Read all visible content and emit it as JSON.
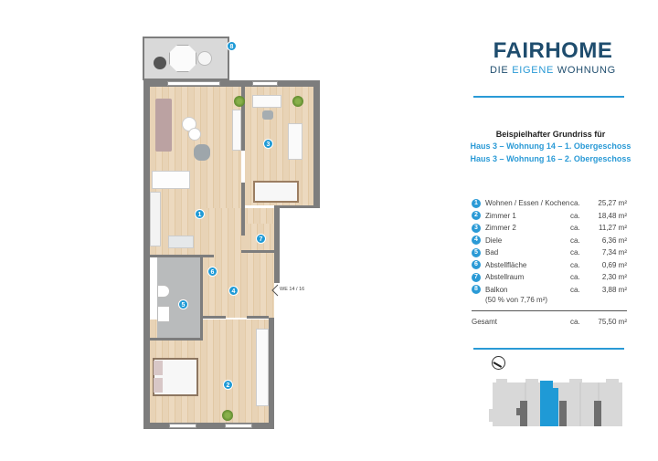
{
  "brand": {
    "name": "FAIRHOME",
    "tagline_part1": "DIE ",
    "tagline_accent": "EIGENE",
    "tagline_part2": " WOHNUNG",
    "colors": {
      "primary": "#1f4d6e",
      "accent": "#2a9ad6"
    }
  },
  "heading": {
    "title": "Beispielhafter Grundriss für",
    "line1": "Haus 3 – Wohnung 14 – 1. Obergeschoss",
    "line2": "Haus 3 – Wohnung 16 – 2. Obergeschoss"
  },
  "rooms": [
    {
      "num": "1",
      "name": "Wohnen / Essen / Kochen",
      "ca": "ca.",
      "area": "25,27 m²"
    },
    {
      "num": "2",
      "name": "Zimmer 1",
      "ca": "ca.",
      "area": "18,48 m²"
    },
    {
      "num": "3",
      "name": "Zimmer 2",
      "ca": "ca.",
      "area": "11,27 m²"
    },
    {
      "num": "4",
      "name": "Diele",
      "ca": "ca.",
      "area": "6,36 m²"
    },
    {
      "num": "5",
      "name": "Bad",
      "ca": "ca.",
      "area": "7,34 m²"
    },
    {
      "num": "6",
      "name": "Abstellfläche",
      "ca": "ca.",
      "area": "0,69 m²"
    },
    {
      "num": "7",
      "name": "Abstellraum",
      "ca": "ca.",
      "area": "2,30 m²"
    },
    {
      "num": "8",
      "name": "Balkon",
      "ca": "ca.",
      "area": "3,88 m²"
    }
  ],
  "balkon_note": "(50 % von 7,76 m²)",
  "total": {
    "label": "Gesamt",
    "ca": "ca.",
    "area": "75,50 m²"
  },
  "plan": {
    "entrance_label": "WE 14 / 16",
    "badges": [
      "1",
      "2",
      "3",
      "4",
      "5",
      "6",
      "7",
      "8"
    ]
  },
  "siteplan": {
    "highlight_color": "#1f9ad6"
  }
}
